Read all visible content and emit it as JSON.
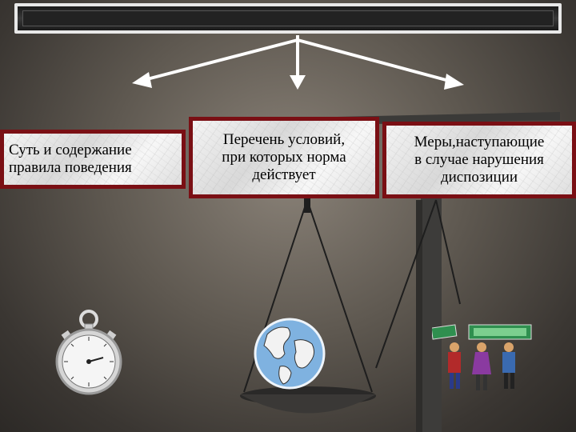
{
  "top_title": "",
  "boxes": {
    "left": {
      "lines": [
        "Суть и содержание",
        "правила поведения"
      ]
    },
    "middle": {
      "lines": [
        "Перечень условий,",
        "при которых норма",
        "действует"
      ]
    },
    "right": {
      "lines": [
        "Меры,наступающие",
        "в случае нарушения",
        "диспозиции"
      ]
    }
  },
  "icons": {
    "stopwatch": "stopwatch-icon",
    "globe": "globe-icon",
    "people_money": "people-carrying-money-icon",
    "scales": "scales-of-justice-icon"
  },
  "colors": {
    "box_border": "#7a0f14",
    "arrow": "#ffffff",
    "background": "#5e5850"
  }
}
